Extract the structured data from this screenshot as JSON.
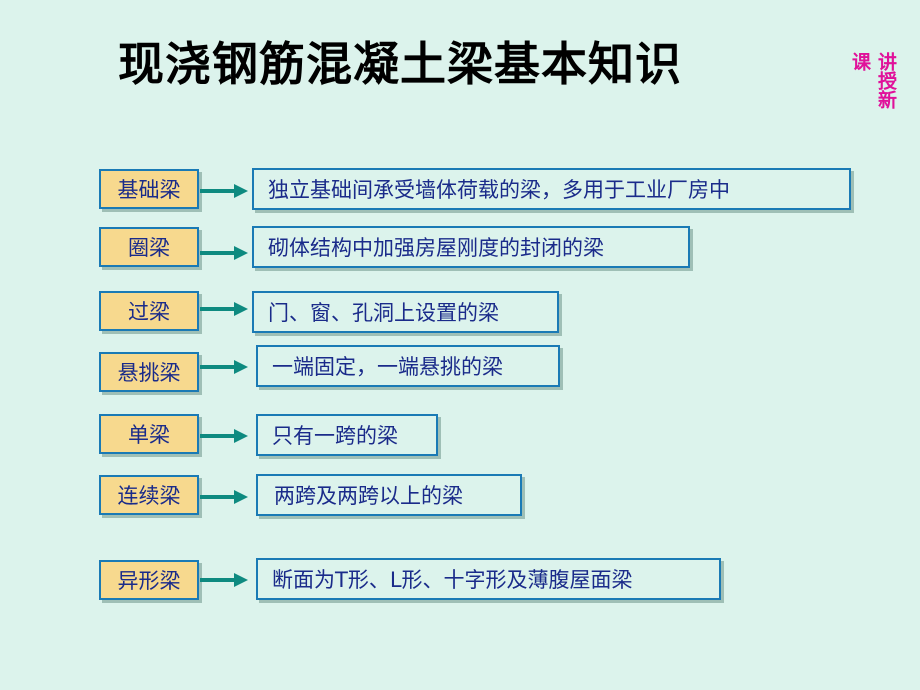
{
  "title": "现浇钢筋混凝土梁基本知识",
  "side_note": {
    "col1": "课",
    "col2": "讲授新"
  },
  "rows": [
    {
      "label": "基础梁",
      "definition": "独立基础间承受墙体荷载的梁，多用于工业厂房中"
    },
    {
      "label": "圈梁",
      "definition": "砌体结构中加强房屋刚度的封闭的梁"
    },
    {
      "label": "过梁",
      "definition": "门、窗、孔洞上设置的梁"
    },
    {
      "label": "悬挑梁",
      "definition": "一端固定，一端悬挑的梁"
    },
    {
      "label": "单梁",
      "definition": "只有一跨的梁"
    },
    {
      "label": "连续梁",
      "definition": "两跨及两跨以上的梁"
    },
    {
      "label": "异形梁",
      "definition": "断面为T形、L形、十字形及薄腹屋面梁"
    }
  ],
  "colors": {
    "background": "#dcf3ec",
    "label_fill": "#f7d98e",
    "border": "#1a7ab5",
    "text": "#1a2b8a",
    "arrow": "#0e8a80",
    "side_note": "#e0119a"
  }
}
